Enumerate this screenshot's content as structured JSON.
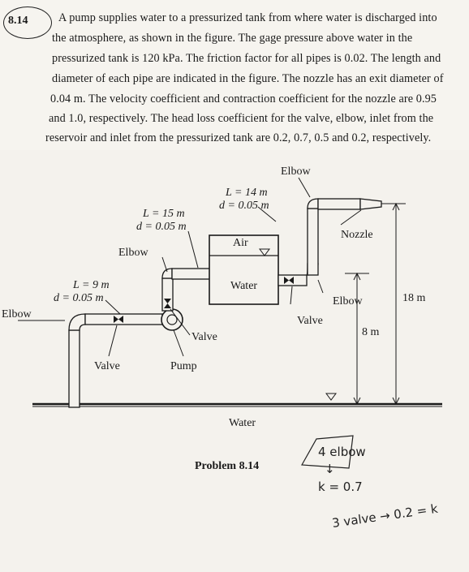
{
  "problem": {
    "number": "8.14",
    "lines": [
      "A pump supplies water to a pressurized tank from where water is discharged into",
      "the atmosphere, as shown in the figure. The gage pressure above water in the",
      "pressurized tank is 120 kPa. The friction factor for all pipes is 0.02. The length and",
      "diameter of each pipe are indicated in the figure. The nozzle has an exit diameter of",
      "0.04 m. The velocity coefficient and contraction coefficient for the nozzle are 0.95",
      "and 1.0, respectively. The head loss coefficient for the valve, elbow, inlet from the",
      "reservoir and inlet from the pressurized tank are 0.2, 0.7, 0.5 and 0.2, respectively."
    ]
  },
  "figure": {
    "labels": {
      "elbow_top": "Elbow",
      "l14": "L = 14 m",
      "d14": "d = 0.05 m",
      "l15": "L = 15 m",
      "d15": "d = 0.05 m",
      "air": "Air",
      "elbow_mid": "Elbow",
      "nozzle": "Nozzle",
      "l9": "L = 9 m",
      "d9": "d = 0.05 m",
      "water_tank": "Water",
      "elbow_right": "Elbow",
      "height_18": "18 m",
      "elbow_left": "Elbow",
      "valve_right": "Valve",
      "height_8": "8 m",
      "valve_mid": "Valve",
      "valve_left": "Valve",
      "pump": "Pump",
      "water_reservoir": "Water",
      "caption": "Problem 8.14"
    }
  },
  "handwriting": {
    "note1": "4 elbow",
    "note2": "↓",
    "note3": "k = 0.7",
    "note4": "3 valve → 0.2 = k"
  }
}
